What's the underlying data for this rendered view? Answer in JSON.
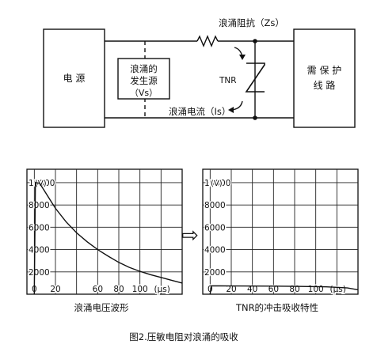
{
  "circuit": {
    "power_source_label": "电 源",
    "protected_label_line1": "需 保 护",
    "protected_label_line2": "线 路",
    "surge_source_line1": "浪涌的",
    "surge_source_line2": "发生源",
    "surge_source_line3": "（Vs）",
    "impedance_label": "浪涌阻抗（Zs）",
    "tnr_label": "TNR",
    "current_label": "浪涌电流（Is）"
  },
  "charts": {
    "left_caption": "浪涌电压波形",
    "right_caption": "TNR的冲击吸收特性",
    "arrow_symbol": "⇨"
  },
  "figure_caption": "图2.压敏电阻对浪涌的吸收",
  "chart_data": [
    {
      "type": "line",
      "title": "浪涌电压波形",
      "ylabel": "(V)",
      "xlabel": "(μs)",
      "y_ticks": [
        "10000",
        "8000",
        "6000",
        "4000",
        "2000"
      ],
      "x_ticks": [
        "0",
        "20",
        "60",
        "80",
        "100"
      ],
      "ylim": [
        0,
        11200
      ],
      "xlim": [
        -7,
        140
      ],
      "grid": true,
      "series": [
        {
          "x": [
            0,
            1,
            5,
            10,
            15,
            20,
            30,
            40,
            50,
            60,
            70,
            80,
            90,
            100,
            110,
            120,
            130,
            140
          ],
          "y": [
            0,
            10000,
            9950,
            9200,
            8450,
            7700,
            6500,
            5500,
            4700,
            4000,
            3400,
            2850,
            2400,
            2050,
            1750,
            1500,
            1250,
            1000
          ]
        }
      ]
    },
    {
      "type": "line",
      "title": "TNR的冲击吸收特性",
      "ylabel": "(V)",
      "xlabel": "(μs)",
      "y_ticks": [
        "10000",
        "8000",
        "6000",
        "4000",
        "2000"
      ],
      "x_ticks": [
        "0",
        "20",
        "40",
        "60",
        "80",
        "100"
      ],
      "ylim": [
        0,
        11200
      ],
      "xlim": [
        -7,
        140
      ],
      "grid": true,
      "series": [
        {
          "x": [
            0,
            1,
            10,
            20,
            40,
            60,
            80,
            100,
            110,
            120,
            130,
            140
          ],
          "y": [
            0,
            750,
            745,
            740,
            730,
            720,
            700,
            680,
            660,
            620,
            560,
            400
          ]
        }
      ]
    }
  ]
}
